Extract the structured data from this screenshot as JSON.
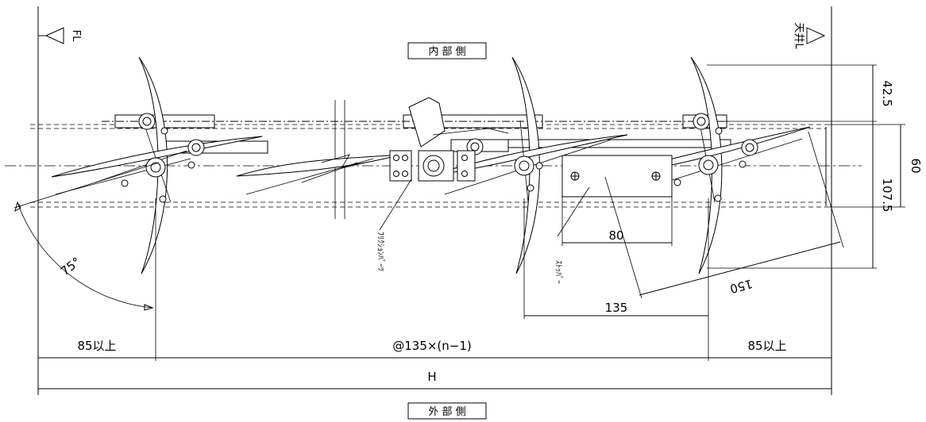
{
  "labels": {
    "interior": "内 部 側",
    "exterior": "外 部 側",
    "fl": "FL",
    "ceiling": "天井L",
    "friction": "ﾌﾘｸｼｮﾝﾊﾟｰﾂ",
    "stopper": "ｽﾄｯﾊﾟｰ"
  },
  "dimensions": {
    "angle": "75°",
    "left_margin": "85以上",
    "pitch": "@135×(n−1)",
    "right_margin": "85以上",
    "overall": "H",
    "stopper_width": "80",
    "stopper_offset": "135",
    "reach": "150",
    "top_offset": "42.5",
    "frame_depth": "107.5",
    "side_depth": "60"
  },
  "colors": {
    "line": "#000000",
    "background": "#ffffff"
  }
}
